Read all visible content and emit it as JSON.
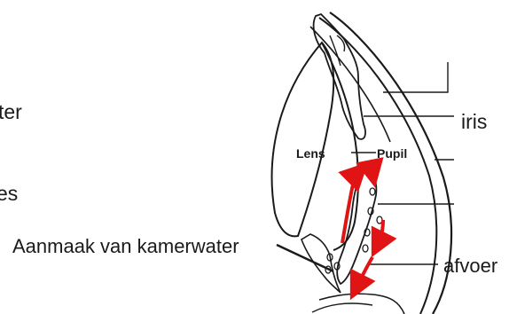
{
  "labels": {
    "left_top_fragment": "ter",
    "left_mid_fragment": "es",
    "aanmaak": "Aanmaak van kamerwater",
    "iris": "iris",
    "afvoer": "afvoer",
    "lens": "Lens",
    "pupil": "Pupil"
  },
  "colors": {
    "line": "#1a1a1a",
    "arrow": "#e01414",
    "background": "#ffffff"
  }
}
